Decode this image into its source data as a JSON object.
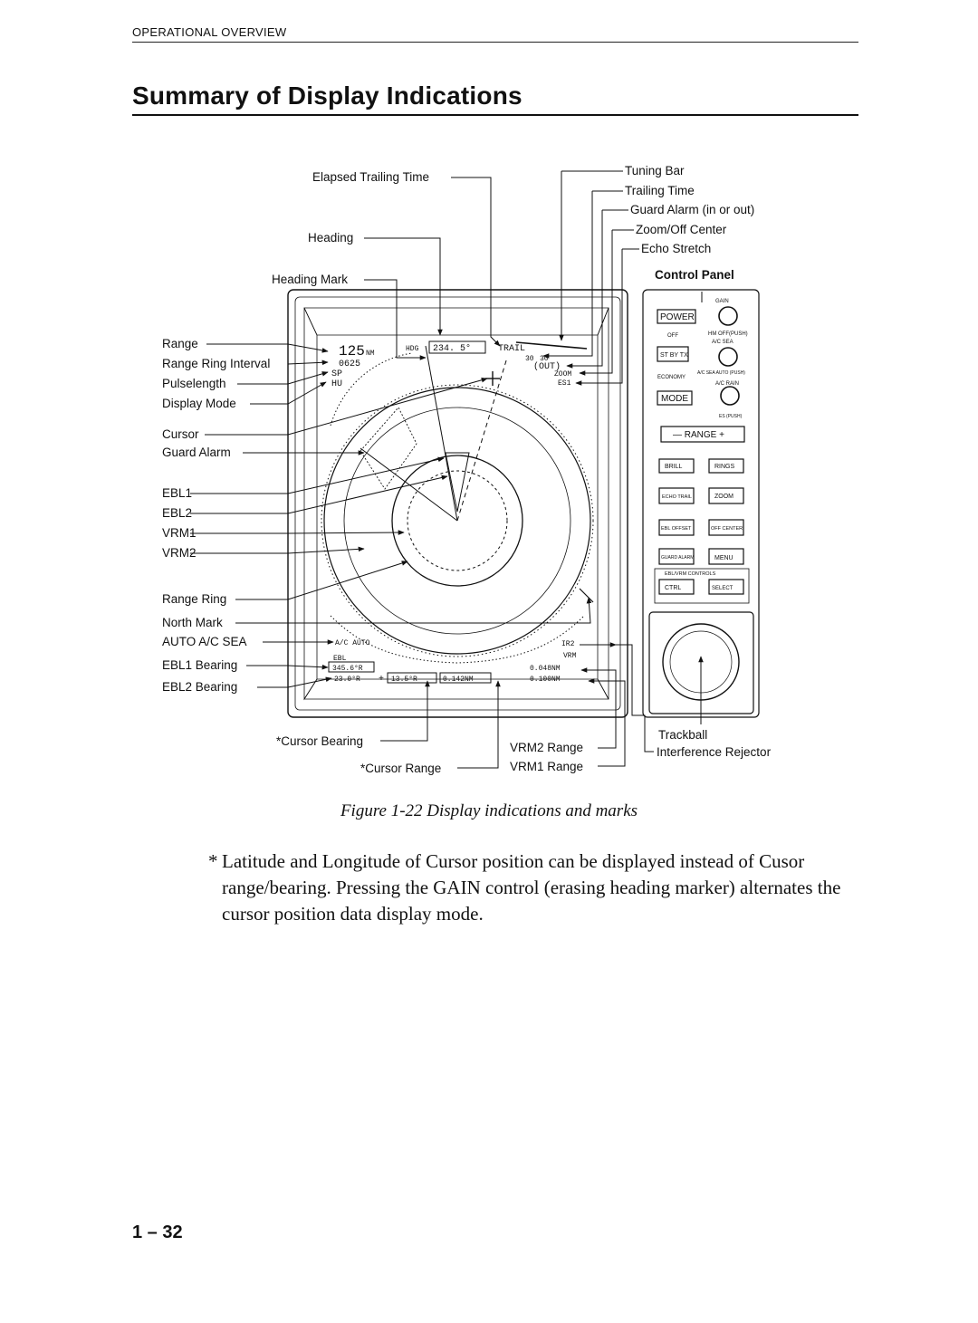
{
  "header": {
    "section": "OPERATIONAL OVERVIEW",
    "title": "Summary of Display Indications"
  },
  "figure": {
    "labels": {
      "elapsed_trailing_time": "Elapsed Trailing Time",
      "heading": "Heading",
      "heading_mark": "Heading Mark",
      "range": "Range",
      "range_ring_interval": "Range Ring Interval",
      "pulselength": "Pulselength",
      "display_mode": "Display Mode",
      "cursor": "Cursor",
      "guard_alarm": "Guard Alarm",
      "ebl1": "EBL1",
      "ebl2": "EBL2",
      "vrm1": "VRM1",
      "vrm2": "VRM2",
      "range_ring": "Range Ring",
      "north_mark": "North Mark",
      "auto_ac_sea": "AUTO A/C SEA",
      "ebl1_bearing": "EBL1 Bearing",
      "ebl2_bearing": "EBL2 Bearing",
      "tuning_bar": "Tuning Bar",
      "trailing_time": "Trailing Time",
      "guard_alarm_in_out": "Guard Alarm (in or out)",
      "zoom_off_center": "Zoom/Off Center",
      "echo_stretch": "Echo Stretch",
      "control_panel": "Control Panel",
      "cursor_bearing": "*Cursor Bearing",
      "cursor_range": "*Cursor Range",
      "vrm2_range": "VRM2 Range",
      "vrm1_range": "VRM1 Range",
      "trackball": "Trackball",
      "interference_rejector": "Interference Rejector"
    },
    "screen": {
      "range_value": "125",
      "range_unit": "NM",
      "ring_interval": "0625",
      "pulse": "SP",
      "mode": "HU",
      "hdg_label": "HDG",
      "hdg_value": "234. 5°",
      "trail_label": "TRAIL",
      "trail_minutes": "30",
      "trail_seconds": "30",
      "guard_status": "(OUT)",
      "zoom": "ZOOM",
      "echo_stretch": "ES1",
      "ac_auto": "A/C AUTO",
      "ebl_label": "EBL",
      "ebl1_bearing": "345.6°R",
      "ebl2_bearing": "23.0°R",
      "cursor_bearing": "13.5°R",
      "cursor_range": "0.142NM",
      "ir": "IR2",
      "vrm_label": "VRM",
      "vrm2_range": "0.048NM",
      "vrm1_range": "0.100NM"
    },
    "panel": {
      "gain": "GAIN",
      "power": "POWER",
      "off": "OFF",
      "hm_off": "HM OFF(PUSH)",
      "ac_sea": "A/C SEA",
      "stby_tx": "ST BY TX",
      "economy": "ECONOMY",
      "ac_sea_auto": "A/C SEA AUTO (PUSH)",
      "ac_rain": "A/C RAIN",
      "mode": "MODE",
      "es_push": "ES (PUSH)",
      "range": "— RANGE +",
      "brill": "BRILL",
      "rings": "RINGS",
      "echo_trail": "ECHO TRAIL",
      "zoom": "ZOOM",
      "ebl_offset": "EBL OFFSET",
      "off_center": "OFF CENTER",
      "guard_alarm": "GUARD ALARM",
      "menu": "MENU",
      "ebl_vrm_controls": "EBL/VRM CONTROLS",
      "ctrl": "CTRL",
      "select": "SELECT"
    }
  },
  "caption": "Figure 1-22 Display indications and marks",
  "footnote": {
    "marker": "*",
    "text": "Latitude and Longitude of Cursor position can be displayed instead of Cusor range/bearing. Pressing the GAIN control (erasing heading marker) alternates the cursor position data display mode."
  },
  "page_number": "1 – 32"
}
